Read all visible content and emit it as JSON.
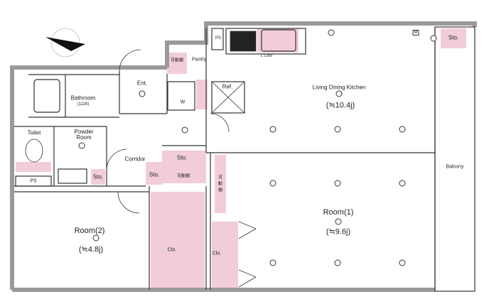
{
  "rooms": {
    "ldk": {
      "name": "Living Dining Kitchen",
      "size": "(≒10.4j)"
    },
    "room1": {
      "name": "Room(1)",
      "size": "(≒9.6j)"
    },
    "room2": {
      "name": "Room(2)",
      "size": "(≒4.8j)"
    },
    "bathroom": {
      "name": "Bathroom",
      "size": "(1116)"
    },
    "toilet": "Toilet",
    "powder": "Powder Room",
    "corridor": "Corridor",
    "entrance": "Ent.",
    "pantry": "Pantry",
    "balcony": "Balcony",
    "ref": "Ref.",
    "ps_toilet": "PS",
    "ps_kitchen": "PS",
    "sto_top": "Sto.",
    "sto_powder": "Sto.",
    "sto_corridor": "Sto.",
    "sto_hall": "Sto.",
    "clo_left": "Clo.",
    "clo_right": "Clo.",
    "shelf": "可動棚",
    "shelf_hall": "可動棚",
    "shelf_vert": "可動棚",
    "washer": "W",
    "counter_length": "L:1,800",
    "meter": "M"
  },
  "colors": {
    "pink": "#f2cdd8",
    "wall": "#9a9a9a"
  }
}
